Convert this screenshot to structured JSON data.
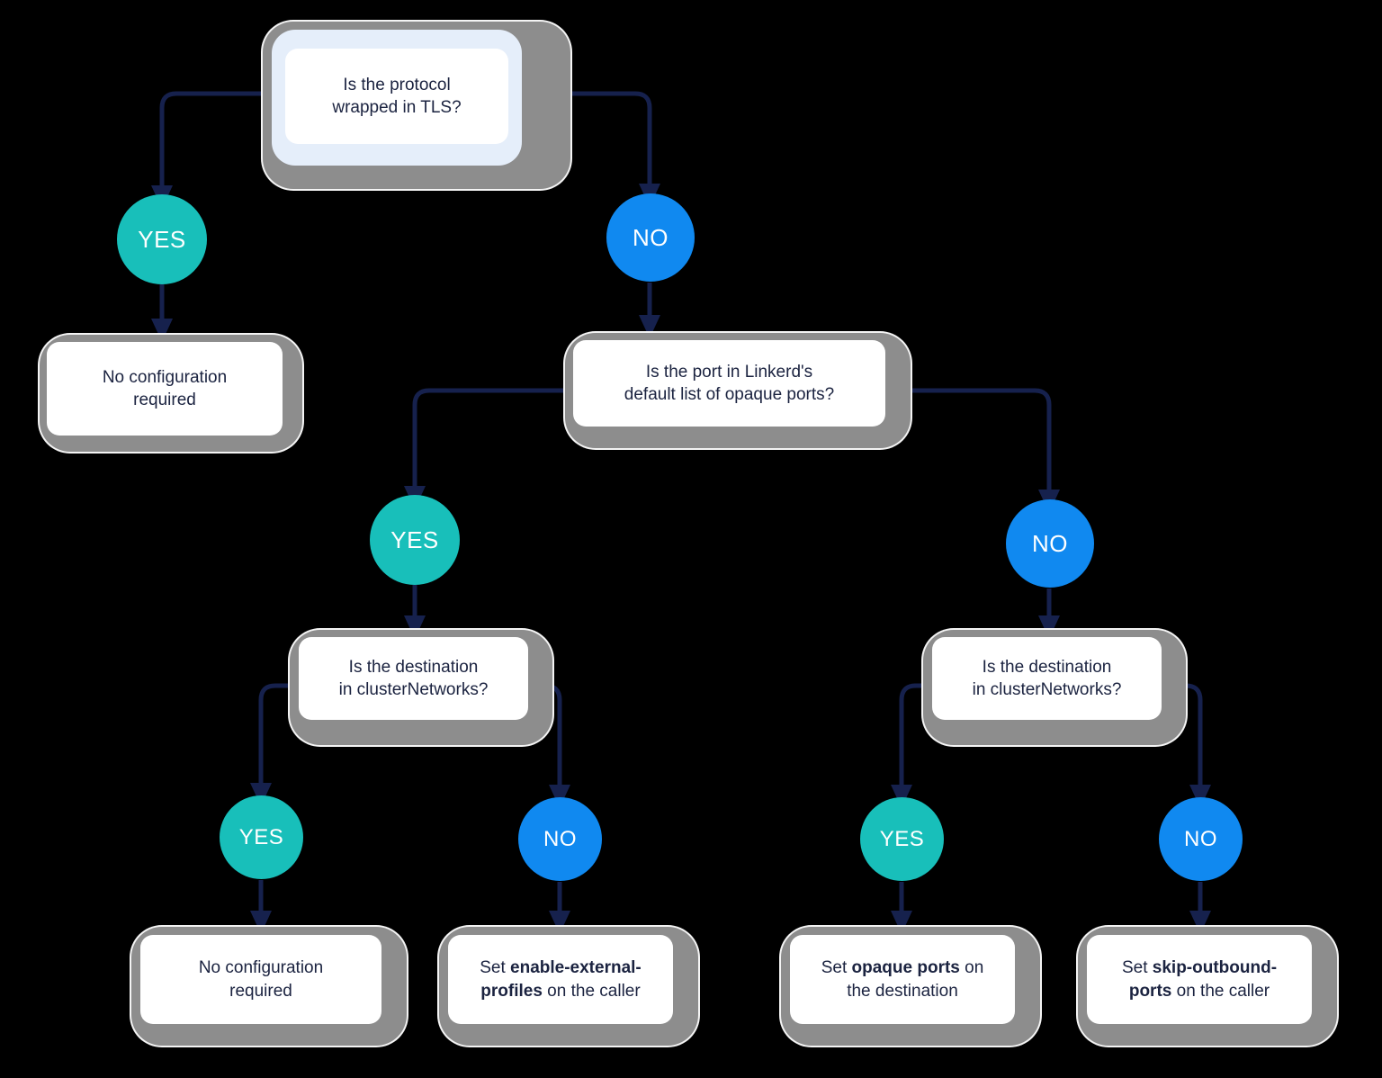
{
  "diagram": {
    "title": "Linkerd opaque / TLS protocol configuration decision tree",
    "background_color": "#000000",
    "colors": {
      "yes_circle": "#18bfba",
      "no_circle": "#1089f0",
      "frame_gray": "#8d8d8d",
      "panel_blue": "#e5eefa",
      "card_white": "#ffffff",
      "edge_navy": "#16214d",
      "text_navy": "#1b2340"
    },
    "nodes": {
      "root": {
        "id": "is-protocol-wrapped-in-tls",
        "kind": "decision",
        "line1": "Is the protocol",
        "line2": "wrapped in TLS?"
      },
      "yes1": {
        "id": "branch-yes-1",
        "label": "YES"
      },
      "no1": {
        "id": "branch-no-1",
        "label": "NO"
      },
      "noconfig1": {
        "id": "no-configuration-required-1",
        "kind": "terminal",
        "line1": "No configuration",
        "line2": "required"
      },
      "opaqueports": {
        "id": "is-port-in-default-opaque-list",
        "kind": "decision",
        "line1": "Is the port in Linkerd's",
        "line2": "default list of opaque ports?"
      },
      "yes2": {
        "id": "branch-yes-2",
        "label": "YES"
      },
      "no2": {
        "id": "branch-no-2",
        "label": "NO"
      },
      "clusternets_left": {
        "id": "is-destination-in-clusternetworks-left",
        "kind": "decision",
        "line1": "Is the destination",
        "line2": "in clusterNetworks?"
      },
      "clusternets_right": {
        "id": "is-destination-in-clusternetworks-right",
        "kind": "decision",
        "line1": "Is the destination",
        "line2": "in clusterNetworks?"
      },
      "yes3": {
        "id": "branch-yes-3",
        "label": "YES"
      },
      "no3": {
        "id": "branch-no-3",
        "label": "NO"
      },
      "yes4": {
        "id": "branch-yes-4",
        "label": "YES"
      },
      "no4": {
        "id": "branch-no-4",
        "label": "NO"
      },
      "noconfig2": {
        "id": "no-configuration-required-2",
        "kind": "terminal",
        "line1": "No configuration",
        "line2": "required"
      },
      "externalprofiles": {
        "id": "set-enable-external-profiles",
        "kind": "terminal",
        "line1_pre": "Set ",
        "line1_bold": "enable-external-",
        "line2_bold": "profiles",
        "line2_post": " on the caller"
      },
      "setopaque": {
        "id": "set-opaque-ports",
        "kind": "terminal",
        "line1_pre": "Set ",
        "line1_bold": "opaque ports",
        "line1_post": " on",
        "line2": "the destination"
      },
      "skipoutbound": {
        "id": "set-skip-outbound-ports",
        "kind": "terminal",
        "line1_pre": "Set ",
        "line1_bold": "skip-outbound-",
        "line2_bold": "ports",
        "line2_post": " on the caller"
      }
    },
    "edges": [
      {
        "from": "is-protocol-wrapped-in-tls",
        "to": "branch-yes-1",
        "label": "YES"
      },
      {
        "from": "is-protocol-wrapped-in-tls",
        "to": "branch-no-1",
        "label": "NO"
      },
      {
        "from": "branch-yes-1",
        "to": "no-configuration-required-1",
        "label": ""
      },
      {
        "from": "branch-no-1",
        "to": "is-port-in-default-opaque-list",
        "label": ""
      },
      {
        "from": "is-port-in-default-opaque-list",
        "to": "branch-yes-2",
        "label": "YES"
      },
      {
        "from": "is-port-in-default-opaque-list",
        "to": "branch-no-2",
        "label": "NO"
      },
      {
        "from": "branch-yes-2",
        "to": "is-destination-in-clusternetworks-left",
        "label": ""
      },
      {
        "from": "branch-no-2",
        "to": "is-destination-in-clusternetworks-right",
        "label": ""
      },
      {
        "from": "is-destination-in-clusternetworks-left",
        "to": "branch-yes-3",
        "label": "YES"
      },
      {
        "from": "is-destination-in-clusternetworks-left",
        "to": "branch-no-3",
        "label": "NO"
      },
      {
        "from": "is-destination-in-clusternetworks-right",
        "to": "branch-yes-4",
        "label": "YES"
      },
      {
        "from": "is-destination-in-clusternetworks-right",
        "to": "branch-no-4",
        "label": "NO"
      },
      {
        "from": "branch-yes-3",
        "to": "no-configuration-required-2",
        "label": ""
      },
      {
        "from": "branch-no-3",
        "to": "set-enable-external-profiles",
        "label": ""
      },
      {
        "from": "branch-yes-4",
        "to": "set-opaque-ports",
        "label": ""
      },
      {
        "from": "branch-no-4",
        "to": "set-skip-outbound-ports",
        "label": ""
      }
    ]
  }
}
